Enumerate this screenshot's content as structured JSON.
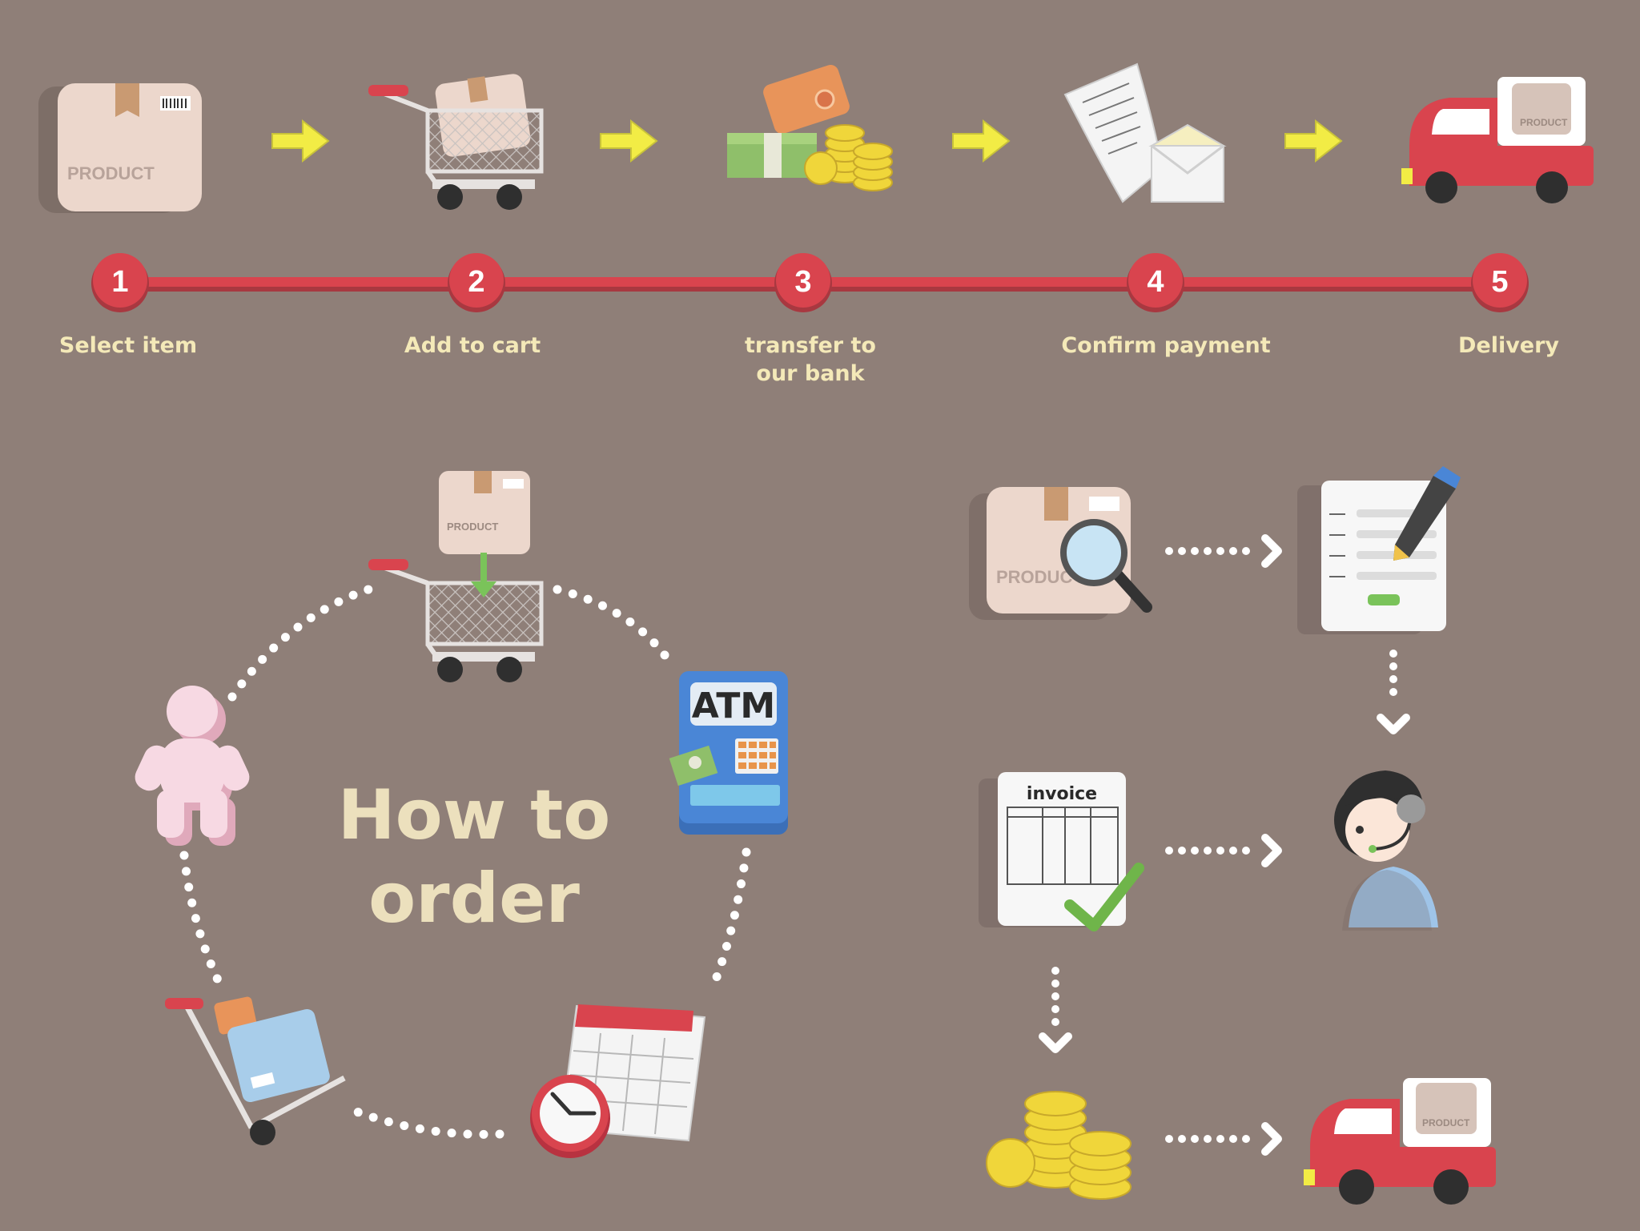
{
  "colors": {
    "background": "#8f7f78",
    "timeline_red": "#d9444e",
    "arrow_yellow": "#f2ec45",
    "label_cream": "#f4e9b8",
    "title_cream": "#ece0bd",
    "dotted_white": "#ffffff"
  },
  "timeline": {
    "steps": [
      {
        "number": "1",
        "label_lines": [
          "Select item"
        ],
        "icon": "product-box-icon"
      },
      {
        "number": "2",
        "label_lines": [
          "Add to cart"
        ],
        "icon": "shopping-cart-icon"
      },
      {
        "number": "3",
        "label_lines": [
          "transfer to",
          "our bank"
        ],
        "icon": "money-card-coins-icon"
      },
      {
        "number": "4",
        "label_lines": [
          "Confirm payment"
        ],
        "icon": "receipt-envelope-icon"
      },
      {
        "number": "5",
        "label_lines": [
          "Delivery"
        ],
        "icon": "delivery-truck-icon"
      }
    ]
  },
  "labels": {
    "product": "PRODUCT",
    "product_cut": "PRODUC",
    "atm": "ATM",
    "invoice": "invoice"
  },
  "cycle": {
    "title_lines": [
      "How to",
      "order"
    ],
    "icons": [
      "person-icon",
      "shopping-cart-icon",
      "atm-icon",
      "calendar-clock-icon",
      "hand-truck-icon"
    ]
  },
  "flow": {
    "icons": [
      "product-search-icon",
      "order-form-icon",
      "support-agent-icon",
      "invoice-check-icon",
      "coins-icon",
      "delivery-truck-icon"
    ]
  }
}
